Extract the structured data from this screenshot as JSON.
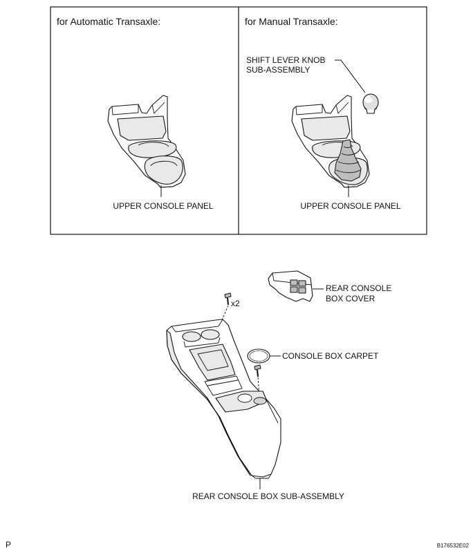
{
  "panels": {
    "left_header": "for Automatic Transaxle:",
    "right_header": "for Manual Transaxle:",
    "left_part_label": "UPPER CONSOLE PANEL",
    "right_part_label": "UPPER CONSOLE PANEL",
    "shift_knob_line1": "SHIFT LEVER KNOB",
    "shift_knob_line2": "SUB-ASSEMBLY"
  },
  "lower": {
    "rear_cover_line1": "REAR CONSOLE",
    "rear_cover_line2": "BOX COVER",
    "carpet_label": "CONSOLE BOX CARPET",
    "quantity_label": "x2",
    "rear_box_label": "REAR CONSOLE BOX SUB-ASSEMBLY"
  },
  "footer": {
    "left_mark": "P",
    "figure_code": "B176532E02"
  },
  "colors": {
    "line": "#111111",
    "part_fill": "#ffffff",
    "shade": "#e9e9e9",
    "dark_shade": "#bdbdbd"
  }
}
